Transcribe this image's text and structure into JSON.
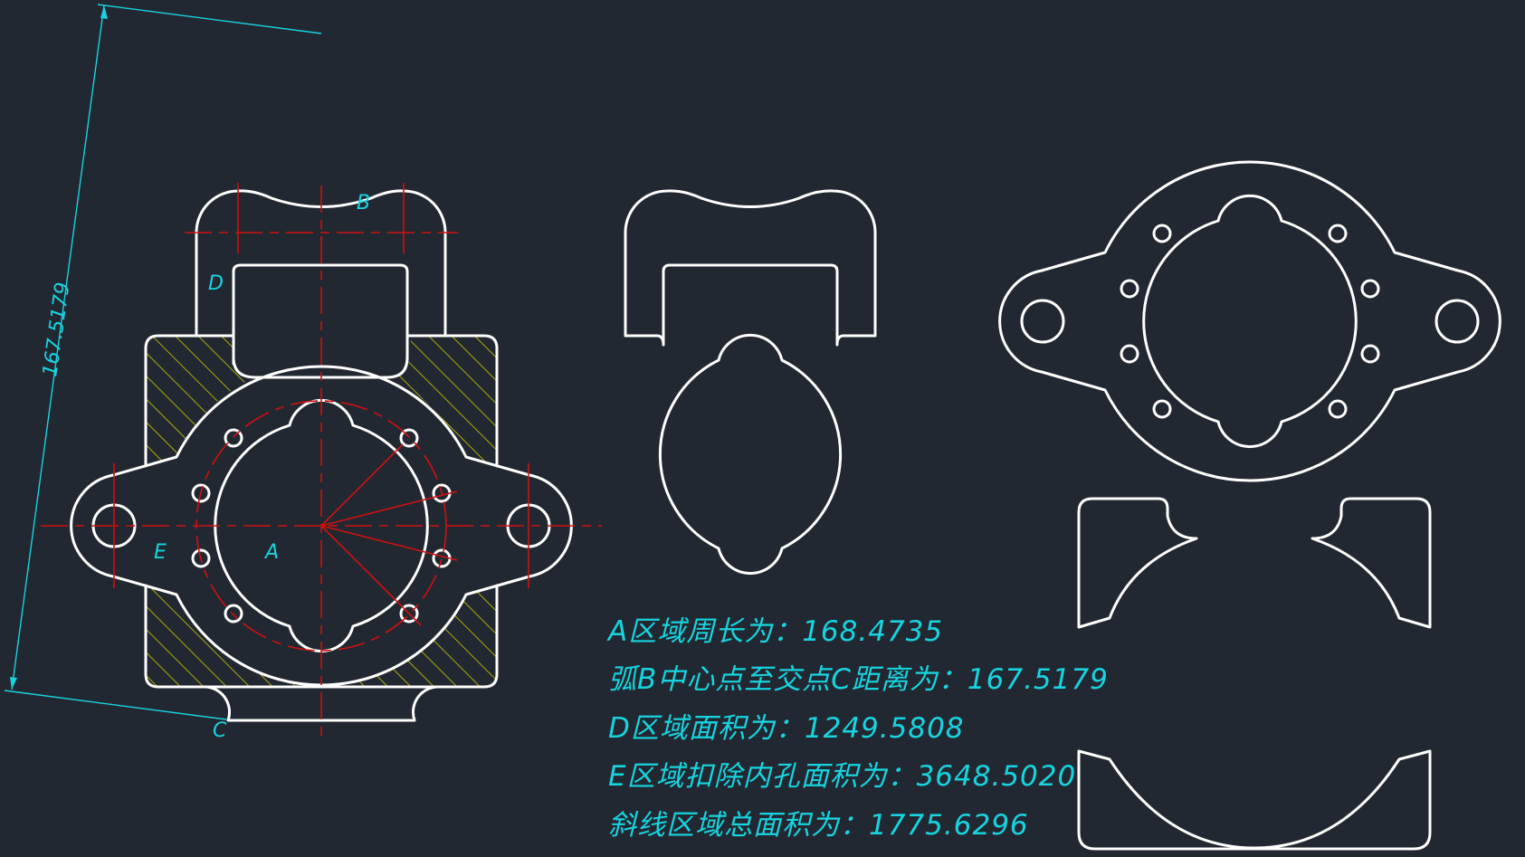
{
  "colors": {
    "background": "#222831",
    "outline": "#ffffff",
    "centerline": "#d01010",
    "dimension": "#17d4e0",
    "hatch": "#d8d800"
  },
  "labels": {
    "A": "A",
    "B": "B",
    "C": "C",
    "D": "D",
    "E": "E"
  },
  "dimension": {
    "value": "167.5179"
  },
  "annotations": [
    {
      "id": "a-perimeter",
      "text": "A区域周长为：168.4735"
    },
    {
      "id": "b-to-c-distance",
      "text": "弧B中心点至交点C距离为：167.5179"
    },
    {
      "id": "d-area",
      "text": "D区域面积为：1249.5808"
    },
    {
      "id": "e-area",
      "text": "E区域扣除内孔面积为：3648.5020"
    },
    {
      "id": "hatched-area",
      "text": "斜线区域总面积为：1775.6296"
    }
  ]
}
